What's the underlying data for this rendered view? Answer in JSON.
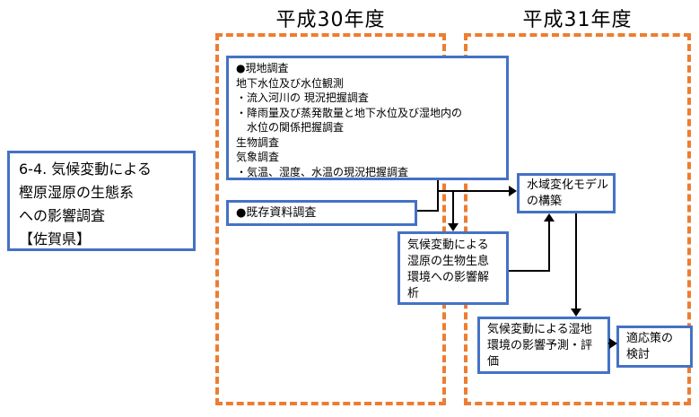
{
  "colors": {
    "accent_blue": "#4472C4",
    "accent_orange": "#ED7D31",
    "connector_black": "#000000"
  },
  "headers": {
    "fy2018": "平成30年度",
    "fy2019": "平成31年度"
  },
  "title_box": {
    "lines": [
      "6-4. 気候変動による",
      "樫原湿原の生態系",
      "への影響調査",
      "【佐賀県】"
    ]
  },
  "field_survey_box": {
    "lines": [
      "●現地調査",
      "地下水位及び水位観測",
      "・流入河川の 現況把握調査",
      "・降雨量及び蒸発散量と地下水位及び湿地内の",
      "　水位の関係把握調査",
      "生物調査",
      "気象調査",
      "・気温、湿度、水温の現況把握調査"
    ]
  },
  "existing_docs_box": {
    "label": "●既存資料調査"
  },
  "habitat_analysis_box": {
    "lines": [
      "気候変動による",
      "湿原の生物生息",
      "環境への影響解",
      "析"
    ]
  },
  "water_model_box": {
    "lines": [
      "水域変化モデル",
      "の構築"
    ]
  },
  "impact_prediction_box": {
    "lines": [
      "気候変動による湿地",
      "環境の影響予測・評",
      "価"
    ]
  },
  "adaptation_box": {
    "lines": [
      "適応策の",
      "検討"
    ]
  }
}
